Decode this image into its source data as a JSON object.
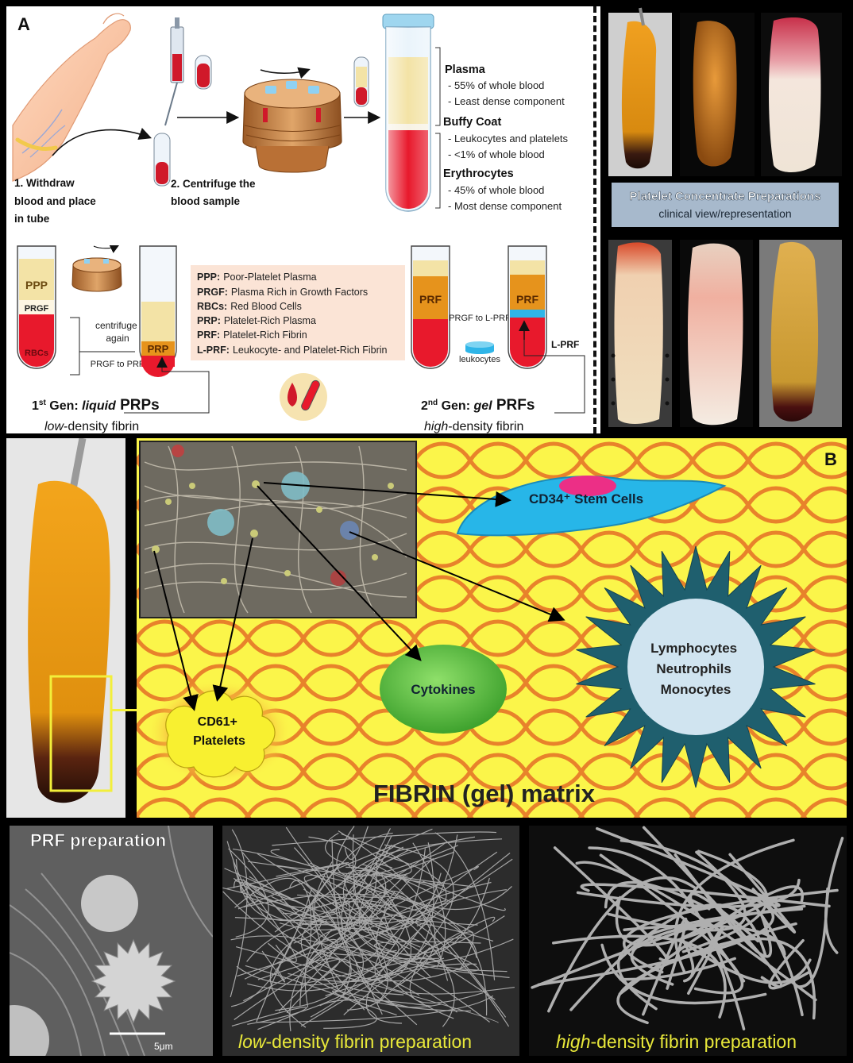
{
  "panelA": {
    "letter": "A",
    "step1": [
      "1. Withdraw",
      "blood and place",
      "in tube"
    ],
    "step2": [
      "2. Centrifuge the",
      "blood sample"
    ],
    "plasma": {
      "title": "Plasma",
      "lines": [
        "- 55% of whole blood",
        "- Least dense component"
      ]
    },
    "buffy": {
      "title": "Buffy Coat",
      "lines": [
        "- Leukocytes and platelets",
        "- <1% of whole blood"
      ]
    },
    "eryth": {
      "title": "Erythrocytes",
      "lines": [
        "- 45% of whole blood",
        "- Most dense component"
      ]
    },
    "tube_ppp": "PPP",
    "tube_prgf": "PRGF",
    "tube_rbcs": "RBCs",
    "tube_prp": "PRP",
    "tube_prf1": "PRF",
    "tube_prf2": "PRF",
    "centrifuge_again": [
      "centrifuge",
      "again"
    ],
    "prgf_to_prp": "PRGF to PRP",
    "prgf_to_lprf": "PRGF to L-PRF",
    "leukocytes": "leukocytes",
    "lprf": "L-PRF",
    "legend": [
      {
        "abbr": "PPP:",
        "text": "Poor-Platelet Plasma"
      },
      {
        "abbr": "PRGF:",
        "text": "Plasma Rich in Growth Factors"
      },
      {
        "abbr": "RBCs:",
        "text": "Red Blood Cells"
      },
      {
        "abbr": "PRP:",
        "text": "Platelet-Rich Plasma"
      },
      {
        "abbr": "PRF:",
        "text": "Platelet-Rich Fibrin"
      },
      {
        "abbr": "L-PRF:",
        "text": "Leukocyte- and Platelet-Rich Fibrin"
      }
    ],
    "gen1": {
      "pre": "1",
      "sup": "st",
      "mid": " Gen: ",
      "em": "liquid",
      "post": " PRPs",
      "sub_em": "low",
      "sub_rest": "-density fibrin"
    },
    "gen2": {
      "pre": "2",
      "sup": "nd",
      "mid": " Gen: ",
      "em": "gel",
      "post": " PRFs",
      "sub_em": "high",
      "sub_rest": "-density fibrin"
    }
  },
  "photos": {
    "banner_title": "Platelet Concentrate Preparations",
    "banner_sub": "clinical view/representation"
  },
  "panelB": {
    "letter": "B",
    "stem": "CD34⁺ Stem Cells",
    "lymph": [
      "Lymphocytes",
      "Neutrophils",
      "Monocytes"
    ],
    "cytokines": "Cytokines",
    "platelets": [
      "CD61+",
      "Platelets"
    ],
    "matrix": "FIBRIN (gel) matrix"
  },
  "sem": {
    "prf_title": "PRF preparation",
    "scale": "5μm",
    "low": {
      "em": "low",
      "rest": "-density fibrin preparation"
    },
    "high": {
      "em": "high",
      "rest": "-density fibrin preparation"
    }
  },
  "colors": {
    "red": "#e8192c",
    "plasma": "#f3e3a6",
    "prf_orange": "#e6931c",
    "fibrin_yellow": "#fbf54a",
    "fibrin_orange": "#e8822b",
    "stem_blue": "#27b6e8",
    "cytokine_green": "#5fc34a",
    "star_teal": "#1f5f6e"
  }
}
